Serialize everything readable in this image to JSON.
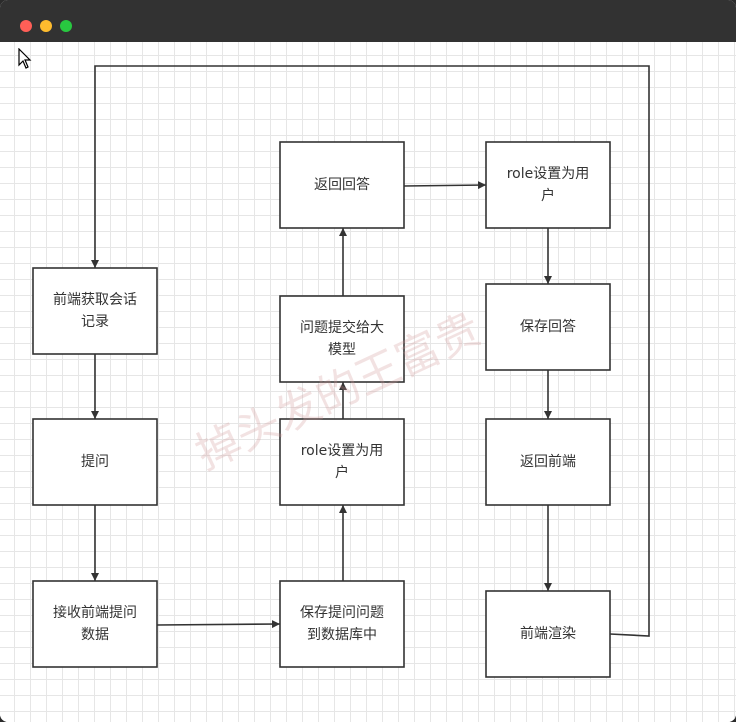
{
  "window": {
    "controls": [
      {
        "name": "close",
        "color": "#ff5f57"
      },
      {
        "name": "minimize",
        "color": "#febc2e"
      },
      {
        "name": "zoom",
        "color": "#28c840"
      }
    ]
  },
  "diagram": {
    "nodes": [
      {
        "id": "n1",
        "lines": [
          "前端获取会话",
          "记录"
        ]
      },
      {
        "id": "n2",
        "lines": [
          "提问"
        ]
      },
      {
        "id": "n3",
        "lines": [
          "接收前端提问",
          "数据"
        ]
      },
      {
        "id": "n4",
        "lines": [
          "保存提问问题",
          "到数据库中"
        ]
      },
      {
        "id": "n5",
        "lines": [
          "role设置为用",
          "户"
        ]
      },
      {
        "id": "n6",
        "lines": [
          "问题提交给大",
          "模型"
        ]
      },
      {
        "id": "n7",
        "lines": [
          "返回回答"
        ]
      },
      {
        "id": "n8",
        "lines": [
          "role设置为用",
          "户"
        ]
      },
      {
        "id": "n9",
        "lines": [
          "保存回答"
        ]
      },
      {
        "id": "n10",
        "lines": [
          "返回前端"
        ]
      },
      {
        "id": "n11",
        "lines": [
          "前端渲染"
        ]
      }
    ],
    "edges": [
      {
        "from": "n1",
        "to": "n2"
      },
      {
        "from": "n2",
        "to": "n3"
      },
      {
        "from": "n3",
        "to": "n4"
      },
      {
        "from": "n4",
        "to": "n5"
      },
      {
        "from": "n5",
        "to": "n6"
      },
      {
        "from": "n6",
        "to": "n7"
      },
      {
        "from": "n7",
        "to": "n8"
      },
      {
        "from": "n8",
        "to": "n9"
      },
      {
        "from": "n9",
        "to": "n10"
      },
      {
        "from": "n10",
        "to": "n11"
      },
      {
        "from": "n11",
        "to": "n1"
      }
    ],
    "watermark": "掉头发的王富贵"
  }
}
